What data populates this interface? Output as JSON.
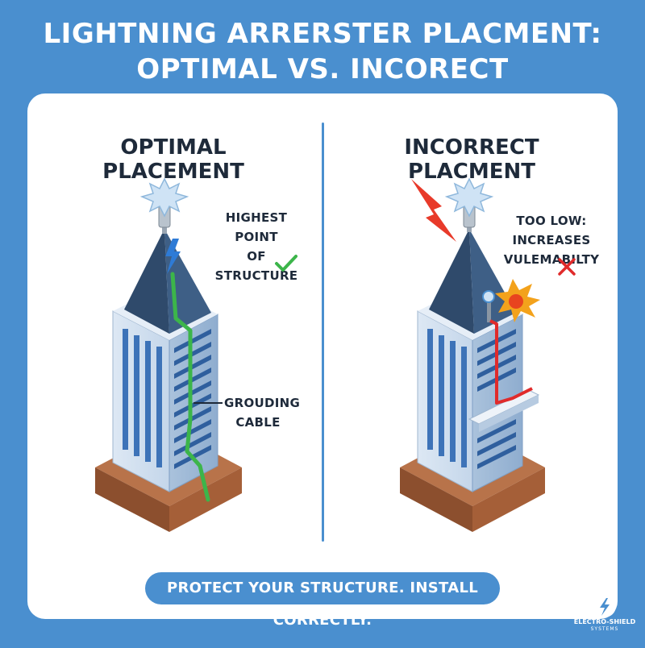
{
  "header": {
    "title_line1": "LIGHTNING ARRERSTER PLACMENT:",
    "title_line2": "OPTIMAL VS. INCORECT"
  },
  "left_panel": {
    "heading": "OPTIMAL PLACEMENT",
    "note_line1": "HIGHEST POINT",
    "note_line2": "OF STRUCTURE",
    "cable_label_line1": "GROUDING",
    "cable_label_line2": "CABLE",
    "status_icon": "check-icon",
    "status_color": "#3cb54a"
  },
  "right_panel": {
    "heading": "INCORRECT PLACMENT",
    "note_line1": "TOO LOW: INCREASES",
    "note_line2": "VULEMABILTY",
    "status_icon": "x-icon",
    "status_color": "#e02b2b"
  },
  "footer": {
    "banner": "PROTECT YOUR STRUCTURE. INSTALL CORRECTLY."
  },
  "brand": {
    "name": "ELECTRO-SHIELD",
    "sub": "SYSTEMS"
  },
  "colors": {
    "background": "#4a8fcf",
    "good_cable": "#3cb54a",
    "bad_cable": "#e02b2b",
    "bolt": "#e83a2a"
  }
}
